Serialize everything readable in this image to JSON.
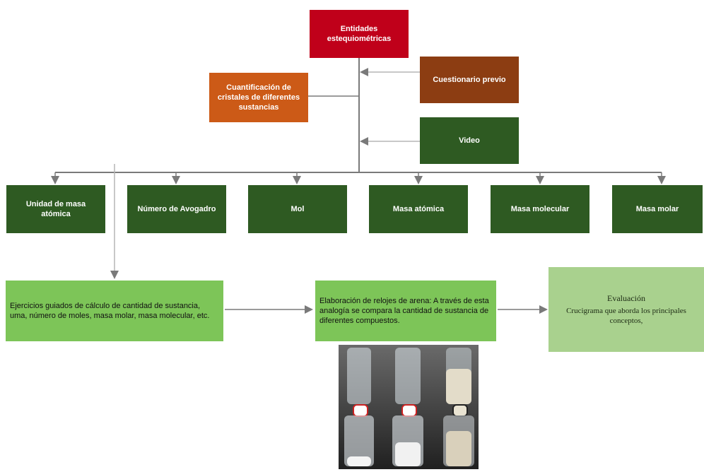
{
  "diagram": {
    "root": "Entidades estequiométricas",
    "side_left": "Cuantificación de cristales de diferentes sustancias",
    "side_right_1": "Cuestionario previo",
    "side_right_2": "Video",
    "concepts": [
      {
        "label": "Unidad de masa atómica"
      },
      {
        "label": "Número de Avogadro"
      },
      {
        "label": "Mol"
      },
      {
        "label": "Masa atómica"
      },
      {
        "label": "Masa molecular"
      },
      {
        "label": "Masa molar"
      }
    ],
    "activity_1": "Ejercicios guiados de cálculo de cantidad de sustancia, uma, número de moles, masa molar, masa molecular, etc.",
    "activity_2": "Elaboración de relojes de arena: A través de esta analogía se compara la cantidad de sustancia de diferentes compuestos.",
    "evaluation_title": "Evaluación",
    "evaluation_text": "Crucigrama que aborda los principales conceptos,",
    "colors": {
      "root": "#c0001a",
      "side_left": "#cc5a17",
      "side_right_1": "#8c3d12",
      "concept": "#2e5a22",
      "activity": "#7dc558",
      "evaluation": "#a9d18e"
    }
  }
}
